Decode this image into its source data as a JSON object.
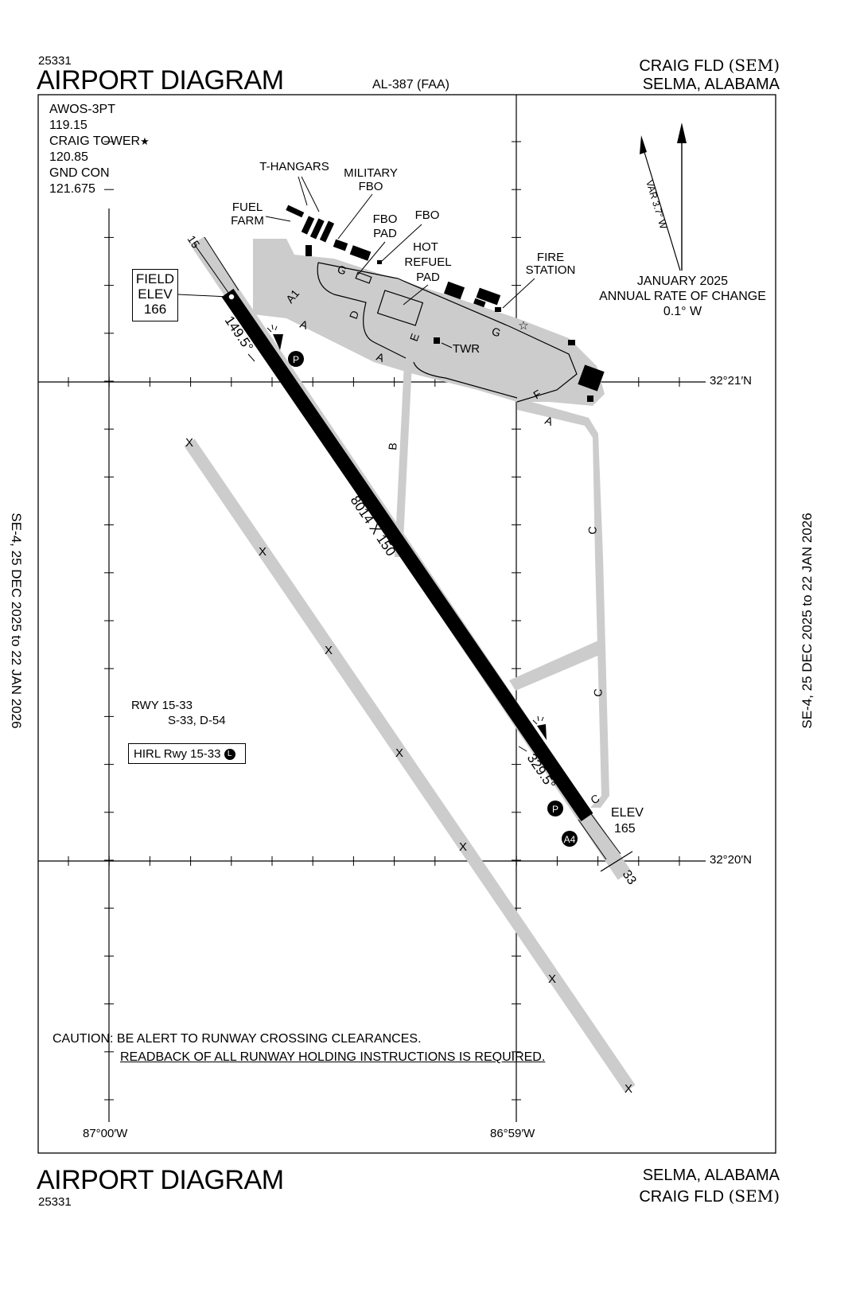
{
  "header": {
    "chart_id_top": "25331",
    "title_top": "AIRPORT DIAGRAM",
    "procedure_id": "AL-387 (FAA)",
    "airport_name": "CRAIG FLD",
    "airport_ident": "(SEM)",
    "city_state": "SELMA, ALABAMA"
  },
  "footer": {
    "title_bottom": "AIRPORT DIAGRAM",
    "chart_id_bottom": "25331",
    "city_state": "SELMA, ALABAMA",
    "airport_name": "CRAIG FLD",
    "airport_ident": "(SEM)"
  },
  "frequencies": {
    "awos_label": "AWOS-3PT",
    "awos_freq": "119.15",
    "tower_label": "CRAIG TOWER",
    "tower_star": "★",
    "tower_freq": "120.85",
    "gnd_label": "GND CON",
    "gnd_freq": "121.675"
  },
  "field_elev": {
    "line1": "FIELD",
    "line2": "ELEV",
    "value": "166"
  },
  "magnetic": {
    "variation": "VAR 3.7° W",
    "date": "JANUARY 2025",
    "rate_label": "ANNUAL RATE OF CHANGE",
    "rate_value": "0.1° W"
  },
  "edition": {
    "left": "SE-4,  25 DEC 2025  to  22 JAN 2026",
    "right": "SE-4,  25 DEC 2025  to  22 JAN 2026"
  },
  "coordinates": {
    "lat_top": "32°21′N",
    "lat_bottom": "32°20′N",
    "lon_left": "87°00′W",
    "lon_right": "86°59′W"
  },
  "runway": {
    "end_15": "15",
    "end_33": "33",
    "dimensions": "8014 X 150",
    "heading_15": "149.5°",
    "heading_33": "329.5°",
    "elev_33_label": "ELEV",
    "elev_33_value": "165",
    "rwy_label": "RWY 15-33",
    "strength": "S-33, D-54",
    "lighting": "HIRL Rwy 15-33",
    "lighting_symbol": "L",
    "closed_marker": "X"
  },
  "labels": {
    "t_hangars": "T-HANGARS",
    "military_fbo_1": "MILITARY",
    "military_fbo_2": "FBO",
    "fuel_farm_1": "FUEL",
    "fuel_farm_2": "FARM",
    "fbo_pad_1": "FBO",
    "fbo_pad_2": "PAD",
    "fbo": "FBO",
    "hot_refuel_1": "HOT",
    "hot_refuel_2": "REFUEL",
    "hot_refuel_3": "PAD",
    "fire_station_1": "FIRE",
    "fire_station_2": "STATION",
    "twr": "TWR",
    "hotspot": "A4",
    "parking": "P"
  },
  "taxiways": [
    "A",
    "A1",
    "B",
    "C",
    "D",
    "E",
    "F",
    "G"
  ],
  "caution": {
    "line1": "CAUTION:  BE ALERT TO RUNWAY CROSSING CLEARANCES.",
    "line2": "READBACK OF ALL RUNWAY HOLDING INSTRUCTIONS IS REQUIRED."
  },
  "colors": {
    "ink": "#000000",
    "pavement": "#cccccc",
    "background": "#ffffff"
  }
}
